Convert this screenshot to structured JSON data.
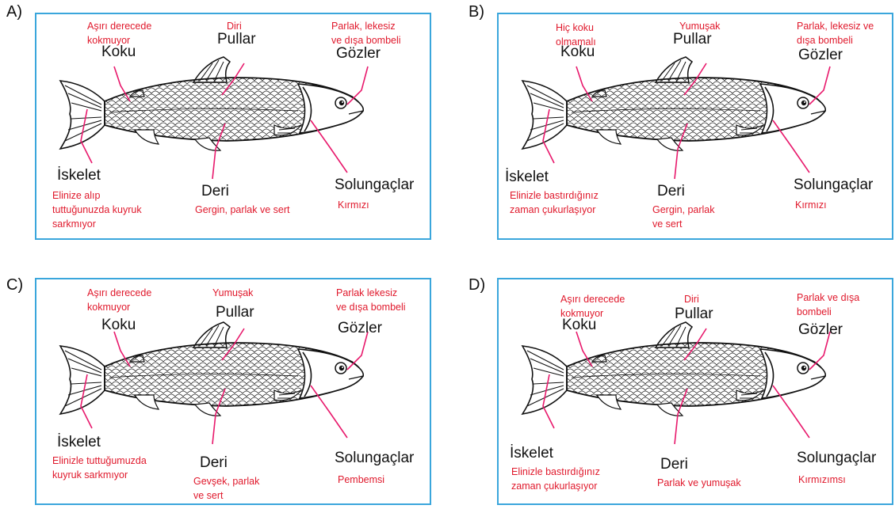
{
  "colors": {
    "frame": "#3aa6dc",
    "callout": "#e8196c",
    "description": "#e0192c",
    "term": "#111111"
  },
  "panels": {
    "A": {
      "label": "A)",
      "koku": {
        "term": "Koku",
        "desc": "Aşırı derecede\nkokmuyor"
      },
      "pullar": {
        "term": "Pullar",
        "desc": "Diri"
      },
      "gozler": {
        "term": "Gözler",
        "desc": "Parlak, lekesiz\nve dışa bombeli"
      },
      "iskelet": {
        "term": "İskelet",
        "desc": "Elinize alıp\ntuttuğunuzda kuyruk\nsarkmıyor"
      },
      "deri": {
        "term": "Deri",
        "desc": "Gergin, parlak ve sert"
      },
      "solungaclar": {
        "term": "Solungaçlar",
        "desc": "Kırmızı"
      }
    },
    "B": {
      "label": "B)",
      "koku": {
        "term": "Koku",
        "desc": "Hiç koku\nolmamalı"
      },
      "pullar": {
        "term": "Pullar",
        "desc": "Yumuşak"
      },
      "gozler": {
        "term": "Gözler",
        "desc": "Parlak, lekesiz ve\ndışa bombeli"
      },
      "iskelet": {
        "term": "İskelet",
        "desc": "Elinizle bastırdığınız\nzaman çukurlaşıyor"
      },
      "deri": {
        "term": "Deri",
        "desc": "Gergin, parlak\nve sert"
      },
      "solungaclar": {
        "term": "Solungaçlar",
        "desc": "Kırmızı"
      }
    },
    "C": {
      "label": "C)",
      "koku": {
        "term": "Koku",
        "desc": "Aşırı derecede\nkokmuyor"
      },
      "pullar": {
        "term": "Pullar",
        "desc": "Yumuşak"
      },
      "gozler": {
        "term": "Gözler",
        "desc": "Parlak lekesiz\nve dışa bombeli"
      },
      "iskelet": {
        "term": "İskelet",
        "desc": "Elinizle tuttuğumuzda\nkuyruk sarkmıyor"
      },
      "deri": {
        "term": "Deri",
        "desc": "Gevşek, parlak\nve sert"
      },
      "solungaclar": {
        "term": "Solungaçlar",
        "desc": "Pembemsi"
      }
    },
    "D": {
      "label": "D)",
      "koku": {
        "term": "Koku",
        "desc": "Aşırı derecede\nkokmuyor"
      },
      "pullar": {
        "term": "Pullar",
        "desc": "Diri"
      },
      "gozler": {
        "term": "Gözler",
        "desc": "Parlak ve dışa\nbombeli"
      },
      "iskelet": {
        "term": "İskelet",
        "desc": "Elinizle bastırdığınız\nzaman çukurlaşıyor"
      },
      "deri": {
        "term": "Deri",
        "desc": "Parlak ve yumuşak"
      },
      "solungaclar": {
        "term": "Solungaçlar",
        "desc": "Kırmızımsı"
      }
    }
  }
}
